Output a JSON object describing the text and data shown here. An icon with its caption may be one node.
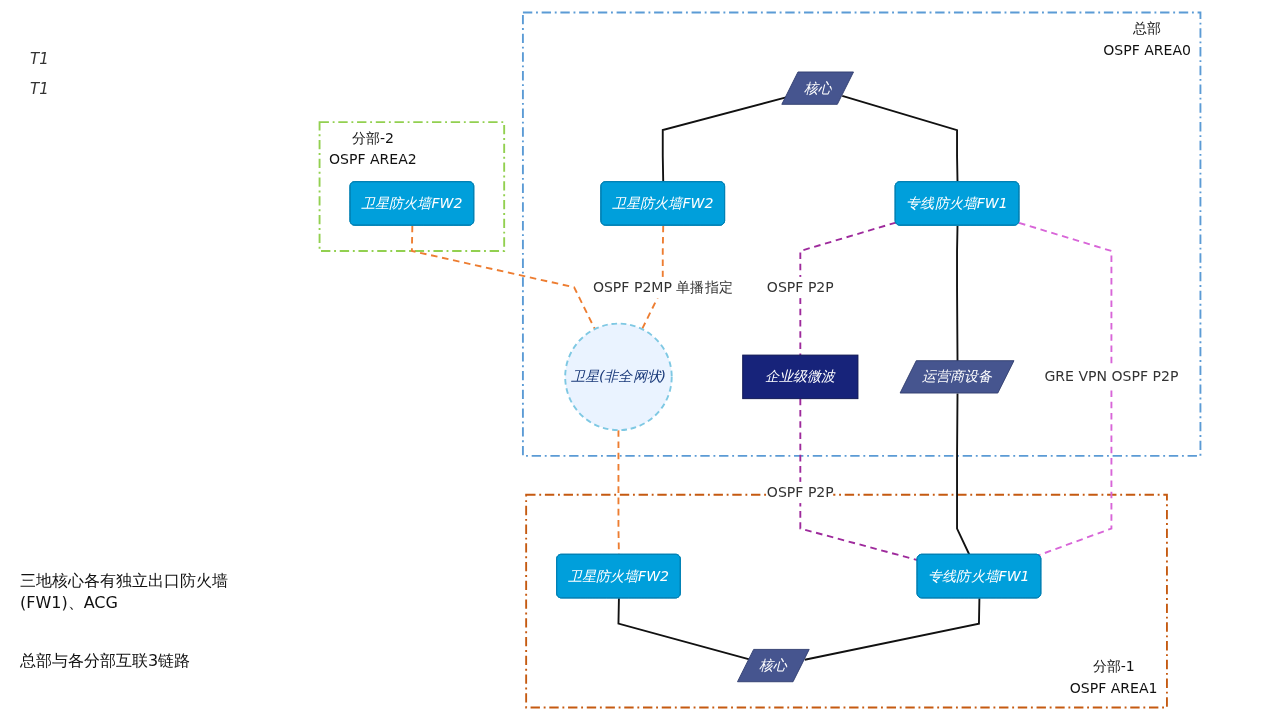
{
  "diagram": {
    "nodes": [
      {
        "text": [
          "总部",
          "OSPF AREA0"
        ]
      },
      {
        "text": [
          "核心"
        ],
        "in": 0
      },
      {
        "text": [
          "卫星防火墙FW2"
        ],
        "in": 0
      },
      {
        "text": [
          "专线防火墙FW1"
        ],
        "in": 0
      },
      {
        "text": [
          "卫星(非全网状)"
        ],
        "in": 0
      },
      {
        "text": [
          "企业级微波"
        ],
        "in": 0
      },
      {
        "text": [
          "运营商设备"
        ],
        "in": 0
      },
      {
        "text": [
          "分部-1",
          "OSPF AREA1"
        ]
      },
      {
        "text": [
          "卫星防火墙FW2"
        ],
        "in": 7
      },
      {
        "text": [
          "专线防火墙FW1"
        ],
        "in": 7
      },
      {
        "text": [
          "核心"
        ],
        "in": 7
      },
      {
        "text": [
          "分部-2",
          "OSPF AREA2"
        ]
      },
      {
        "text": [
          "卫星防火墙FW2"
        ],
        "in": 11
      }
    ],
    "edges": [
      {
        "from": 1,
        "to": 2,
        "arrow": "none"
      },
      {
        "from": 1,
        "to": 3,
        "arrow": "none"
      },
      {
        "from": 2,
        "to": 4,
        "arrow": "none",
        "label": "OSPF P2MP 单播指定",
        "style": "dashed",
        "color": "#ed7d31"
      },
      {
        "from": 12,
        "to": 4,
        "arrow": "none",
        "style": "dashed",
        "color": "#ed7d31"
      },
      {
        "from": 4,
        "to": 8,
        "arrow": "none",
        "style": "dashed",
        "color": "#ed7d31"
      },
      {
        "from": 3,
        "to": 5,
        "arrow": "none",
        "label": "OSPF P2P",
        "style": "dashed",
        "color": "#9e2a9c"
      },
      {
        "from": 5,
        "to": 9,
        "arrow": "none",
        "label": "OSPF P2P",
        "style": "dashed",
        "color": "#9e2a9c"
      },
      {
        "from": 3,
        "to": 6,
        "arrow": "none"
      },
      {
        "from": 6,
        "to": 9,
        "arrow": "none"
      },
      {
        "from": 3,
        "to": 9,
        "arrow": "none",
        "label": "GRE VPN OSPF P2P",
        "style": "dashed",
        "color": "#d865d8"
      },
      {
        "from": 8,
        "to": 10,
        "arrow": "none"
      },
      {
        "from": 9,
        "to": 10,
        "arrow": "none"
      }
    ],
    "labels": [
      "T1",
      "T1",
      "三地核心各有独立出口防火墙(FW1)、ACG",
      "总部与各分部互联3链路"
    ]
  }
}
